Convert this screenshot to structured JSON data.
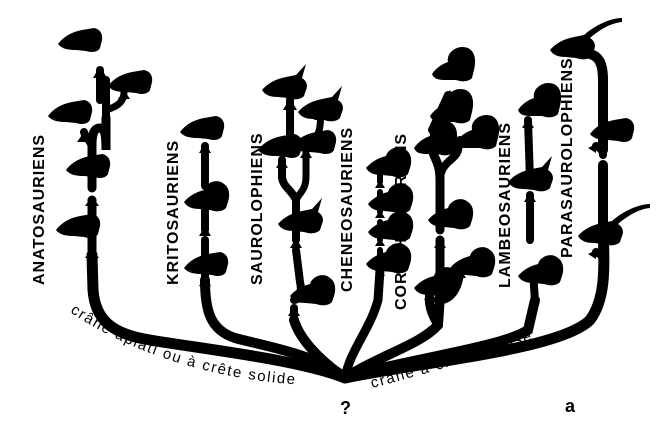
{
  "clades": [
    "ANATOSAURIENS",
    "KRITOSAURIENS",
    "SAUROLOPHIENS",
    "CHENEOSAURIENS",
    "CORYTHOSAURIENS",
    "LAMBEOSAURIENS",
    "PARASAUROLOPHIENS"
  ],
  "left_caption": "crâne aplati ou à crête solide",
  "right_caption": "crâne à crête creuse",
  "root_label": "?",
  "panel_label": "a",
  "colors": {
    "ink": "#000000",
    "paper": "#ffffff"
  }
}
